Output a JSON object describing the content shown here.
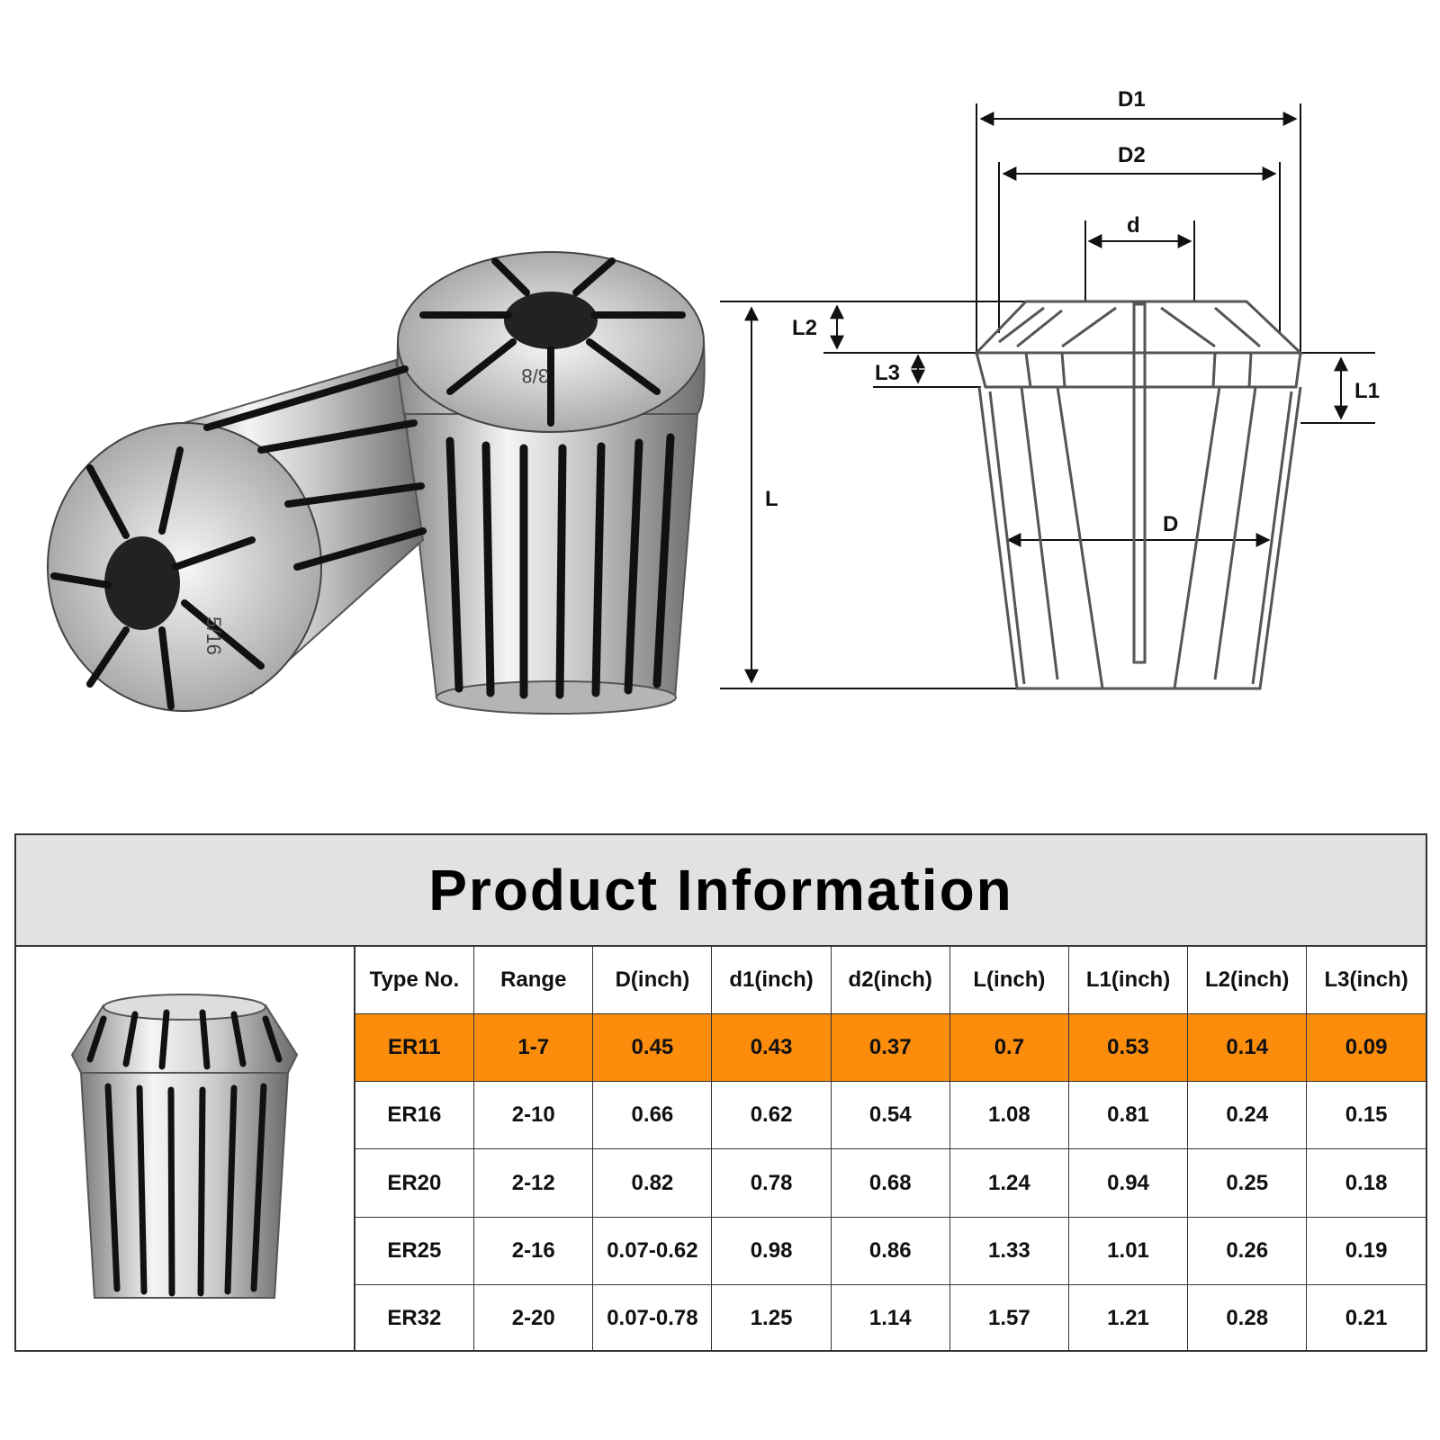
{
  "drawing": {
    "labels": {
      "D1": "D1",
      "D2": "D2",
      "d": "d",
      "L2": "L2",
      "L3": "L3",
      "L1": "L1",
      "L": "L",
      "D": "D"
    }
  },
  "photos": {
    "left_collet_marking": "5/16",
    "right_collet_marking": "3/8"
  },
  "product_info": {
    "title": "Product Information",
    "headers": [
      "Type No.",
      "Range",
      "D(inch)",
      "d1(inch)",
      "d2(inch)",
      "L(inch)",
      "L1(inch)",
      "L2(inch)",
      "L3(inch)"
    ],
    "rows": [
      [
        "ER11",
        "1-7",
        "0.45",
        "0.43",
        "0.37",
        "0.7",
        "0.53",
        "0.14",
        "0.09"
      ],
      [
        "ER16",
        "2-10",
        "0.66",
        "0.62",
        "0.54",
        "1.08",
        "0.81",
        "0.24",
        "0.15"
      ],
      [
        "ER20",
        "2-12",
        "0.82",
        "0.78",
        "0.68",
        "1.24",
        "0.94",
        "0.25",
        "0.18"
      ],
      [
        "ER25",
        "2-16",
        "0.07-0.62",
        "0.98",
        "0.86",
        "1.33",
        "1.01",
        "0.26",
        "0.19"
      ],
      [
        "ER32",
        "2-20",
        "0.07-0.78",
        "1.25",
        "1.14",
        "1.57",
        "1.21",
        "0.28",
        "0.21"
      ]
    ],
    "highlight_row": 0,
    "highlight_color": "#fb8c0c"
  }
}
